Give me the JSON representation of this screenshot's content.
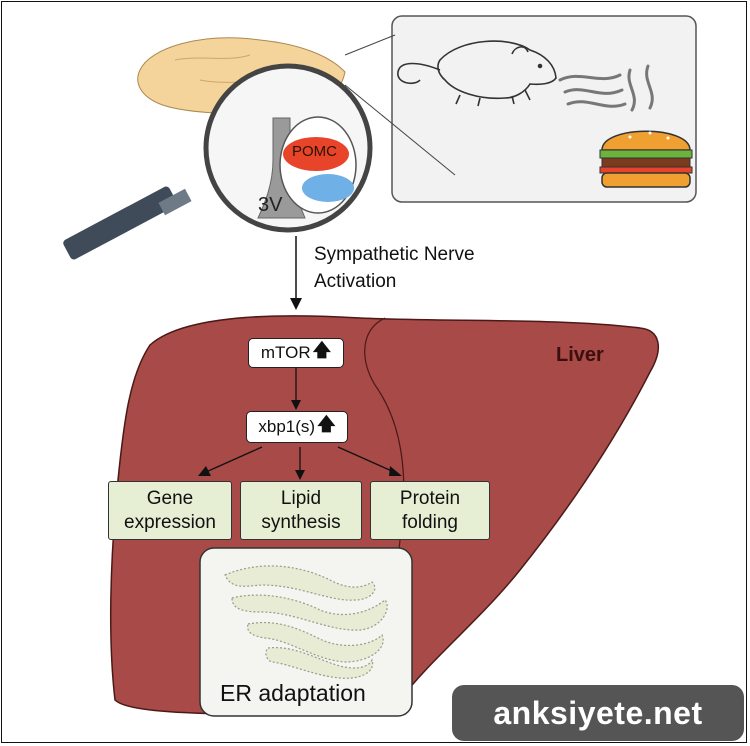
{
  "diagram": {
    "pomc_label": "POMC",
    "ventricle_label": "3V",
    "pathway_label_line1": "Sympathetic Nerve",
    "pathway_label_line2": "Activation",
    "organ_label": "Liver",
    "mtor_label": "mTOR",
    "xbp1_label": "xbp1(s)",
    "up_arrow_glyph": "🡅",
    "outcomes": [
      {
        "label": "Gene\nexpression"
      },
      {
        "label": "Lipid\nsynthesis"
      },
      {
        "label": "Protein\nfolding"
      }
    ],
    "er_label": "ER adaptation"
  },
  "watermark": {
    "text": "anksiyete.net"
  },
  "colors": {
    "liver": "#a84a47",
    "brain": "#f4d49a",
    "pomc": "#e8442a",
    "blue_neuron": "#6fb0e6",
    "box_green": "#e6efd3",
    "panel_grey": "#f2f2f2"
  }
}
